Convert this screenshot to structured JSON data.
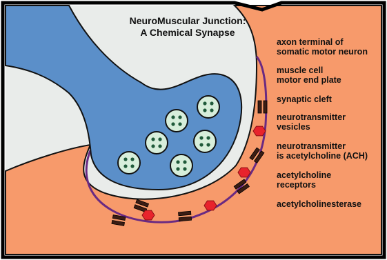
{
  "diagram": {
    "title_line1": "NeuroMuscular Junction:",
    "title_line2": "A Chemical Synapse",
    "labels": [
      {
        "id": "axon-terminal",
        "lines": [
          "axon terminal of",
          "somatic motor neuron"
        ]
      },
      {
        "id": "motor-end-plate",
        "lines": [
          "muscle cell",
          "motor end plate"
        ]
      },
      {
        "id": "synaptic-cleft",
        "lines": [
          "synaptic cleft"
        ]
      },
      {
        "id": "neurotransmitter-vesicles",
        "lines": [
          "neurotransmitter",
          "vesicles"
        ]
      },
      {
        "id": "neurotransmitter-ach",
        "lines": [
          "neurotransmitter",
          "is acetylcholine (ACH)"
        ]
      },
      {
        "id": "ach-receptors",
        "lines": [
          "acetylcholine",
          "receptors"
        ]
      },
      {
        "id": "acetylcholinesterase",
        "lines": [
          "acetylcholinesterase"
        ]
      }
    ]
  },
  "colors": {
    "muscle": "#F79A6B",
    "neuron": "#5B8FC9",
    "vesicle": "#D7EEDB",
    "vesicle_dot": "#1F5A3A",
    "membrane": "#6A2A82",
    "receptor": "#3B1D14",
    "enzyme": "#E8232C",
    "background": "#E9ECEA"
  }
}
